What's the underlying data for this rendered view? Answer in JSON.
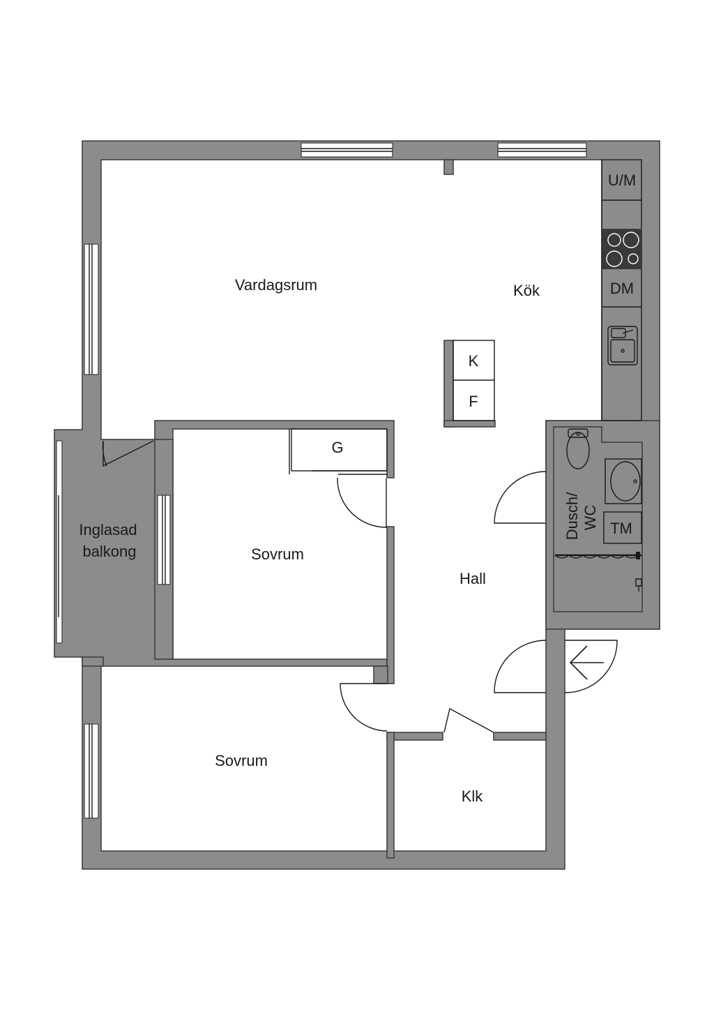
{
  "rooms": {
    "vardagsrum": "Vardagsrum",
    "kok": "Kök",
    "balkong_line1": "Inglasad",
    "balkong_line2": "balkong",
    "sovrum_1": "Sovrum",
    "sovrum_2": "Sovrum",
    "hall": "Hall",
    "klk": "Klk",
    "dusch_line1": "Dusch/",
    "dusch_line2": "WC"
  },
  "fixtures": {
    "um": "U/M",
    "dm": "DM",
    "k": "K",
    "f": "F",
    "g": "G",
    "tm": "TM"
  },
  "colors": {
    "wall": "#8c8c8c",
    "outline": "#1a1a1a",
    "cooktop": "#3a3a3a"
  },
  "icons": {
    "entrance": "arrow-left-icon"
  }
}
